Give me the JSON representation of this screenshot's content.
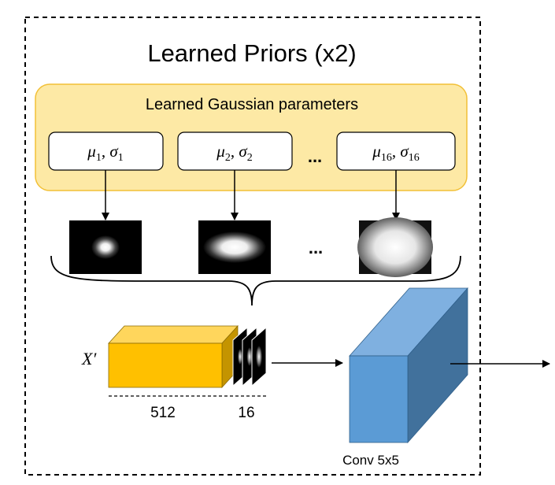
{
  "title": "Learned Priors (x2)",
  "params_box": {
    "label": "Learned Gaussian parameters",
    "params": [
      {
        "mu": "μ",
        "sigma": "σ",
        "index": "1"
      },
      {
        "mu": "μ",
        "sigma": "σ",
        "index": "2"
      },
      {
        "mu": "μ",
        "sigma": "σ",
        "index": "16"
      }
    ],
    "ellipsis": "..."
  },
  "gaussian_maps": {
    "ellipsis": "..."
  },
  "tensor": {
    "input_label": "X′",
    "channels_feature": "512",
    "channels_prior": "16"
  },
  "conv": {
    "label": "Conv 5x5"
  },
  "colors": {
    "params_fill": "#fde9a5",
    "params_stroke": "#f2c037",
    "feature_front": "#ffc000",
    "feature_top": "#ffd65c",
    "feature_side": "#c49400",
    "conv_front": "#5b9bd5",
    "conv_top": "#7fb0e0",
    "conv_side": "#41719c"
  }
}
